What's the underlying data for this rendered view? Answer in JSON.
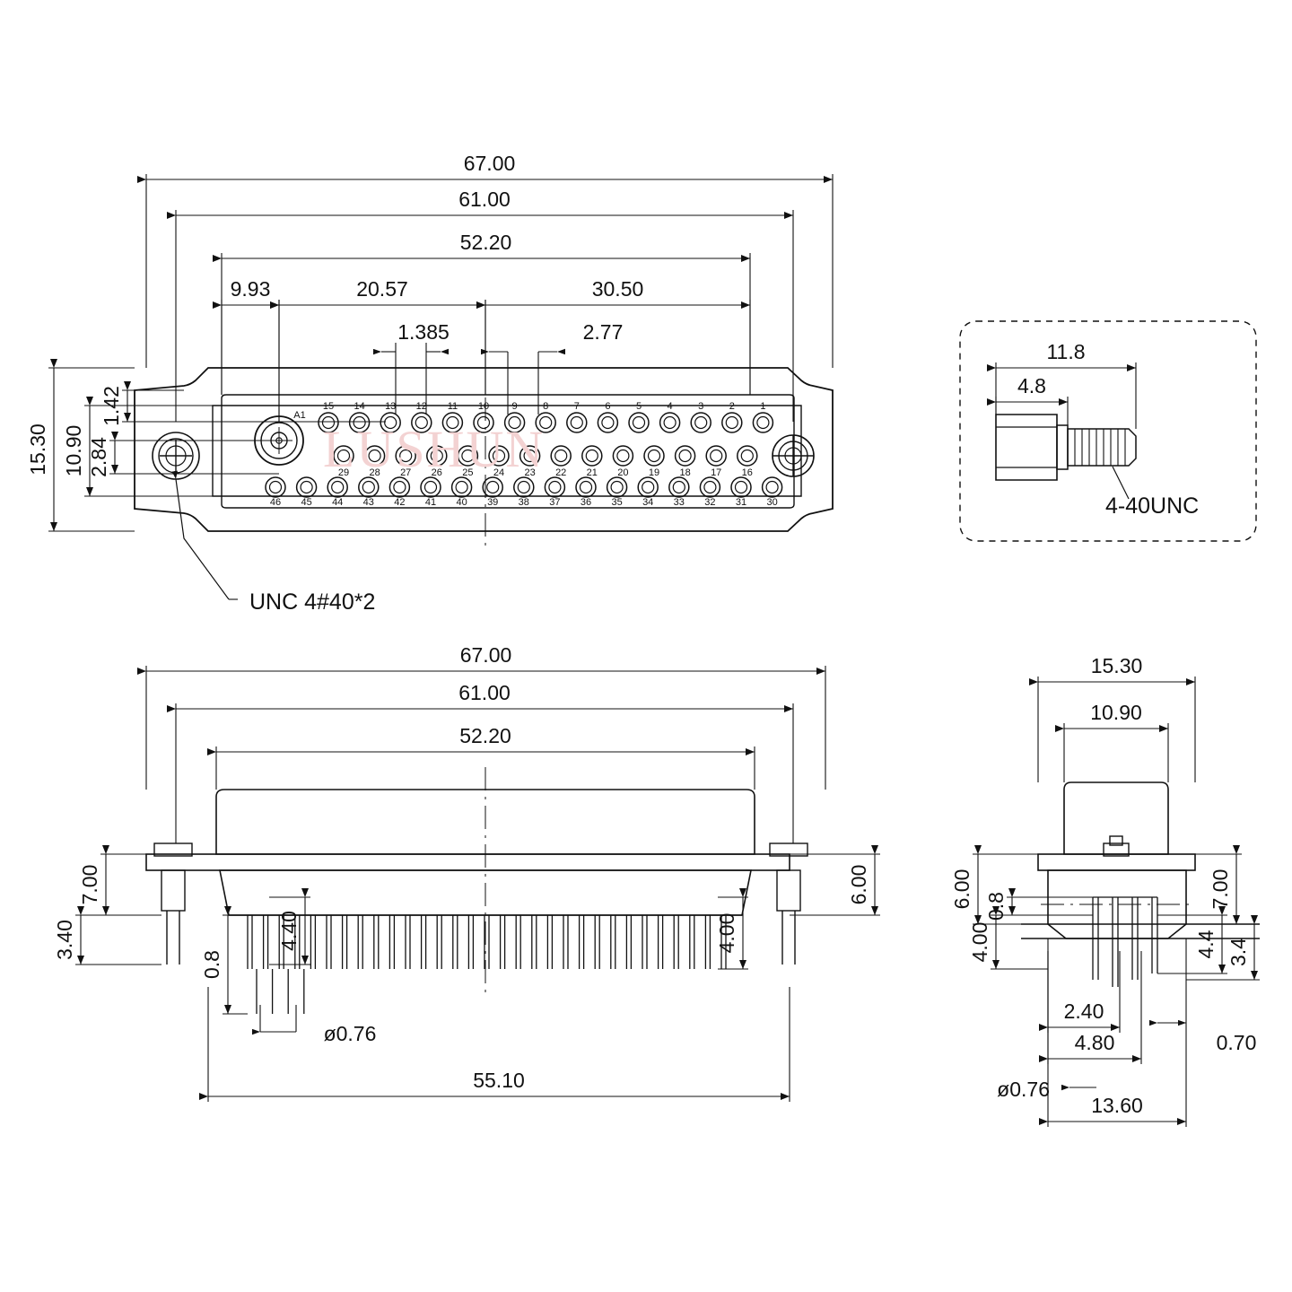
{
  "drawing": {
    "title": "D-SUB 47W1 connector mechanical drawing",
    "notes": {
      "unc_note": "UNC 4#40*2",
      "screw_thread": "4-40UNC"
    },
    "top_view": {
      "dims_horizontal": [
        "67.00",
        "61.00",
        "52.20",
        "9.93",
        "20.57",
        "30.50",
        "1.385",
        "2.77"
      ],
      "dims_vertical": [
        "1.42",
        "15.30",
        "10.90",
        "2.84"
      ],
      "pin_label_a1": "A1",
      "row1": [
        "15",
        "14",
        "13",
        "12",
        "11",
        "10",
        "9",
        "8",
        "7",
        "6",
        "5",
        "4",
        "3",
        "2",
        "1"
      ],
      "row2": [
        "29",
        "28",
        "27",
        "26",
        "25",
        "24",
        "23",
        "22",
        "21",
        "20",
        "19",
        "18",
        "17",
        "16"
      ],
      "row3": [
        "46",
        "45",
        "44",
        "43",
        "42",
        "41",
        "40",
        "39",
        "38",
        "37",
        "36",
        "35",
        "34",
        "33",
        "32",
        "31",
        "30"
      ]
    },
    "screw_detail": {
      "dims": [
        "11.8",
        "4.8"
      ],
      "thread_label": "4-40UNC"
    },
    "front_view": {
      "dims_horizontal": [
        "67.00",
        "61.00",
        "52.20",
        "55.10"
      ],
      "dims_vertical": [
        "6.00",
        "7.00",
        "3.40",
        "0.8",
        "4.40",
        "4.00"
      ],
      "hole_dim": "ø0.76"
    },
    "side_view": {
      "dims_horizontal": [
        "15.30",
        "10.90",
        "2.40",
        "4.80",
        "13.60",
        "0.70"
      ],
      "dims_vertical": [
        "6.00",
        "7.00",
        "0.8",
        "4.00",
        "4.4",
        "3.4"
      ],
      "hole_dim": "ø0.76"
    },
    "watermark": "LUSHUN"
  }
}
